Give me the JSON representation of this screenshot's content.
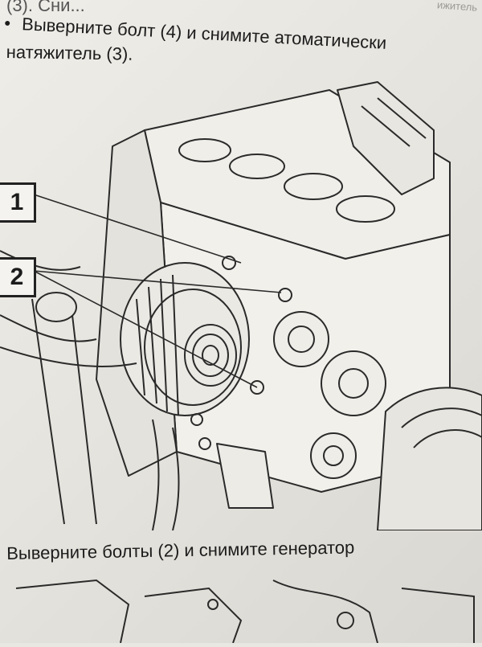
{
  "header": {
    "partial_line": "(3). Сни...",
    "bleed_text": "ижитель",
    "bullet_text": "Выверните болт (4) и снимите атоматически",
    "bullet_continuation": "натяжитель (3)."
  },
  "figure": {
    "callouts": [
      {
        "number": "1"
      },
      {
        "number": "2"
      }
    ]
  },
  "caption": "Выверните болты (2) и снимите генератор",
  "colors": {
    "paper": "#e9e7e1",
    "ink": "#1c1c1c",
    "line": "#2a2a2a"
  }
}
